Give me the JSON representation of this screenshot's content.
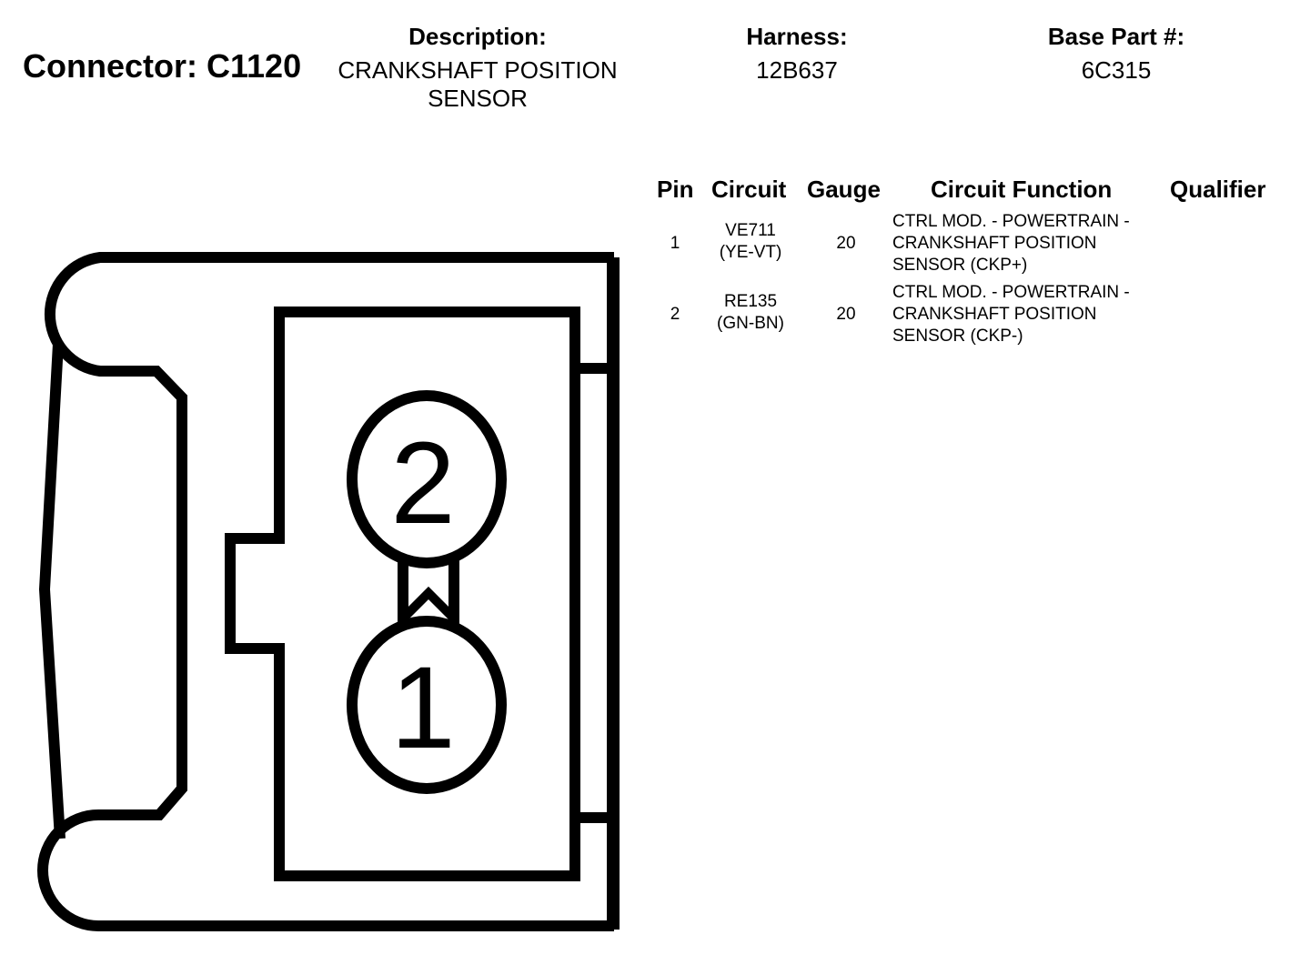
{
  "connector": {
    "title": "Connector: C1120"
  },
  "header": {
    "description": {
      "label": "Description:",
      "value_lines": [
        "CRANKSHAFT POSITION",
        "SENSOR"
      ]
    },
    "harness": {
      "label": "Harness:",
      "value": "12B637"
    },
    "base_part": {
      "label": "Base Part #:",
      "value": "6C315"
    }
  },
  "pin_table": {
    "columns": [
      "Pin",
      "Circuit",
      "Gauge",
      "Circuit Function",
      "Qualifier"
    ],
    "rows": [
      {
        "pin": "1",
        "circuit_lines": [
          "VE711",
          "(YE-VT)"
        ],
        "gauge": "20",
        "function_lines": [
          "CTRL MOD. - POWERTRAIN -",
          "CRANKSHAFT POSITION",
          "SENSOR (CKP+)"
        ],
        "qualifier": ""
      },
      {
        "pin": "2",
        "circuit_lines": [
          "RE135",
          "(GN-BN)"
        ],
        "gauge": "20",
        "function_lines": [
          "CTRL MOD. - POWERTRAIN -",
          "CRANKSHAFT POSITION",
          "SENSOR (CKP-)"
        ],
        "qualifier": ""
      }
    ]
  },
  "diagram": {
    "pin_labels": [
      "1",
      "2"
    ],
    "stroke_color": "#000000",
    "fill_color": "#ffffff"
  }
}
